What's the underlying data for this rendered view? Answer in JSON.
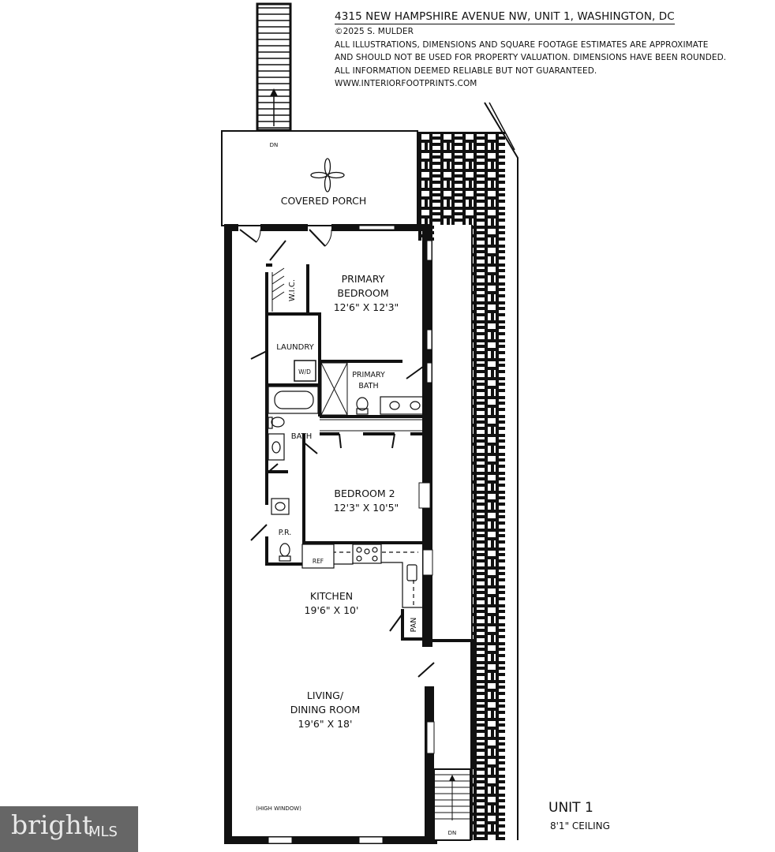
{
  "header": {
    "title": "4315 NEW HAMPSHIRE AVENUE NW, UNIT 1, WASHINGTON, DC",
    "copyright": "©2025 S. MULDER",
    "disclaimer_1": "ALL ILLUSTRATIONS, DIMENSIONS AND SQUARE FOOTAGE ESTIMATES ARE APPROXIMATE",
    "disclaimer_2": "AND  SHOULD NOT BE USED FOR PROPERTY VALUATION. DIMENSIONS HAVE BEEN ROUNDED.",
    "disclaimer_3": "ALL INFORMATION DEEMED RELIABLE BUT NOT GUARANTEED.",
    "website": "WWW.INTERIORFOOTPRINTS.COM"
  },
  "rooms": {
    "porch": "COVERED PORCH",
    "stairs_top": "DN",
    "stairs_bottom": "DN",
    "wic": "W.I.C.",
    "primary_bedroom": {
      "name_1": "PRIMARY",
      "name_2": "BEDROOM",
      "dims": "12'6\" X 12'3\""
    },
    "laundry": "LAUNDRY",
    "wd": "W/D",
    "primary_bath": {
      "name_1": "PRIMARY",
      "name_2": "BATH"
    },
    "bath": "BATH",
    "bedroom_2": {
      "name": "BEDROOM 2",
      "dims": "12'3\" X 10'5\""
    },
    "powder_room": "P.R.",
    "ref": "REF",
    "pantry": "PAN",
    "kitchen": {
      "name": "KITCHEN",
      "dims": "19'6\" X 10'"
    },
    "living": {
      "name_1": "LIVING/",
      "name_2": "DINING ROOM",
      "dims": "19'6\" X 18'"
    },
    "high_window": "(HIGH WINDOW)"
  },
  "unit": {
    "name": "UNIT 1",
    "ceiling": "8'1\" CEILING"
  },
  "logo": {
    "brand": "bright",
    "suffix": "MLS"
  }
}
